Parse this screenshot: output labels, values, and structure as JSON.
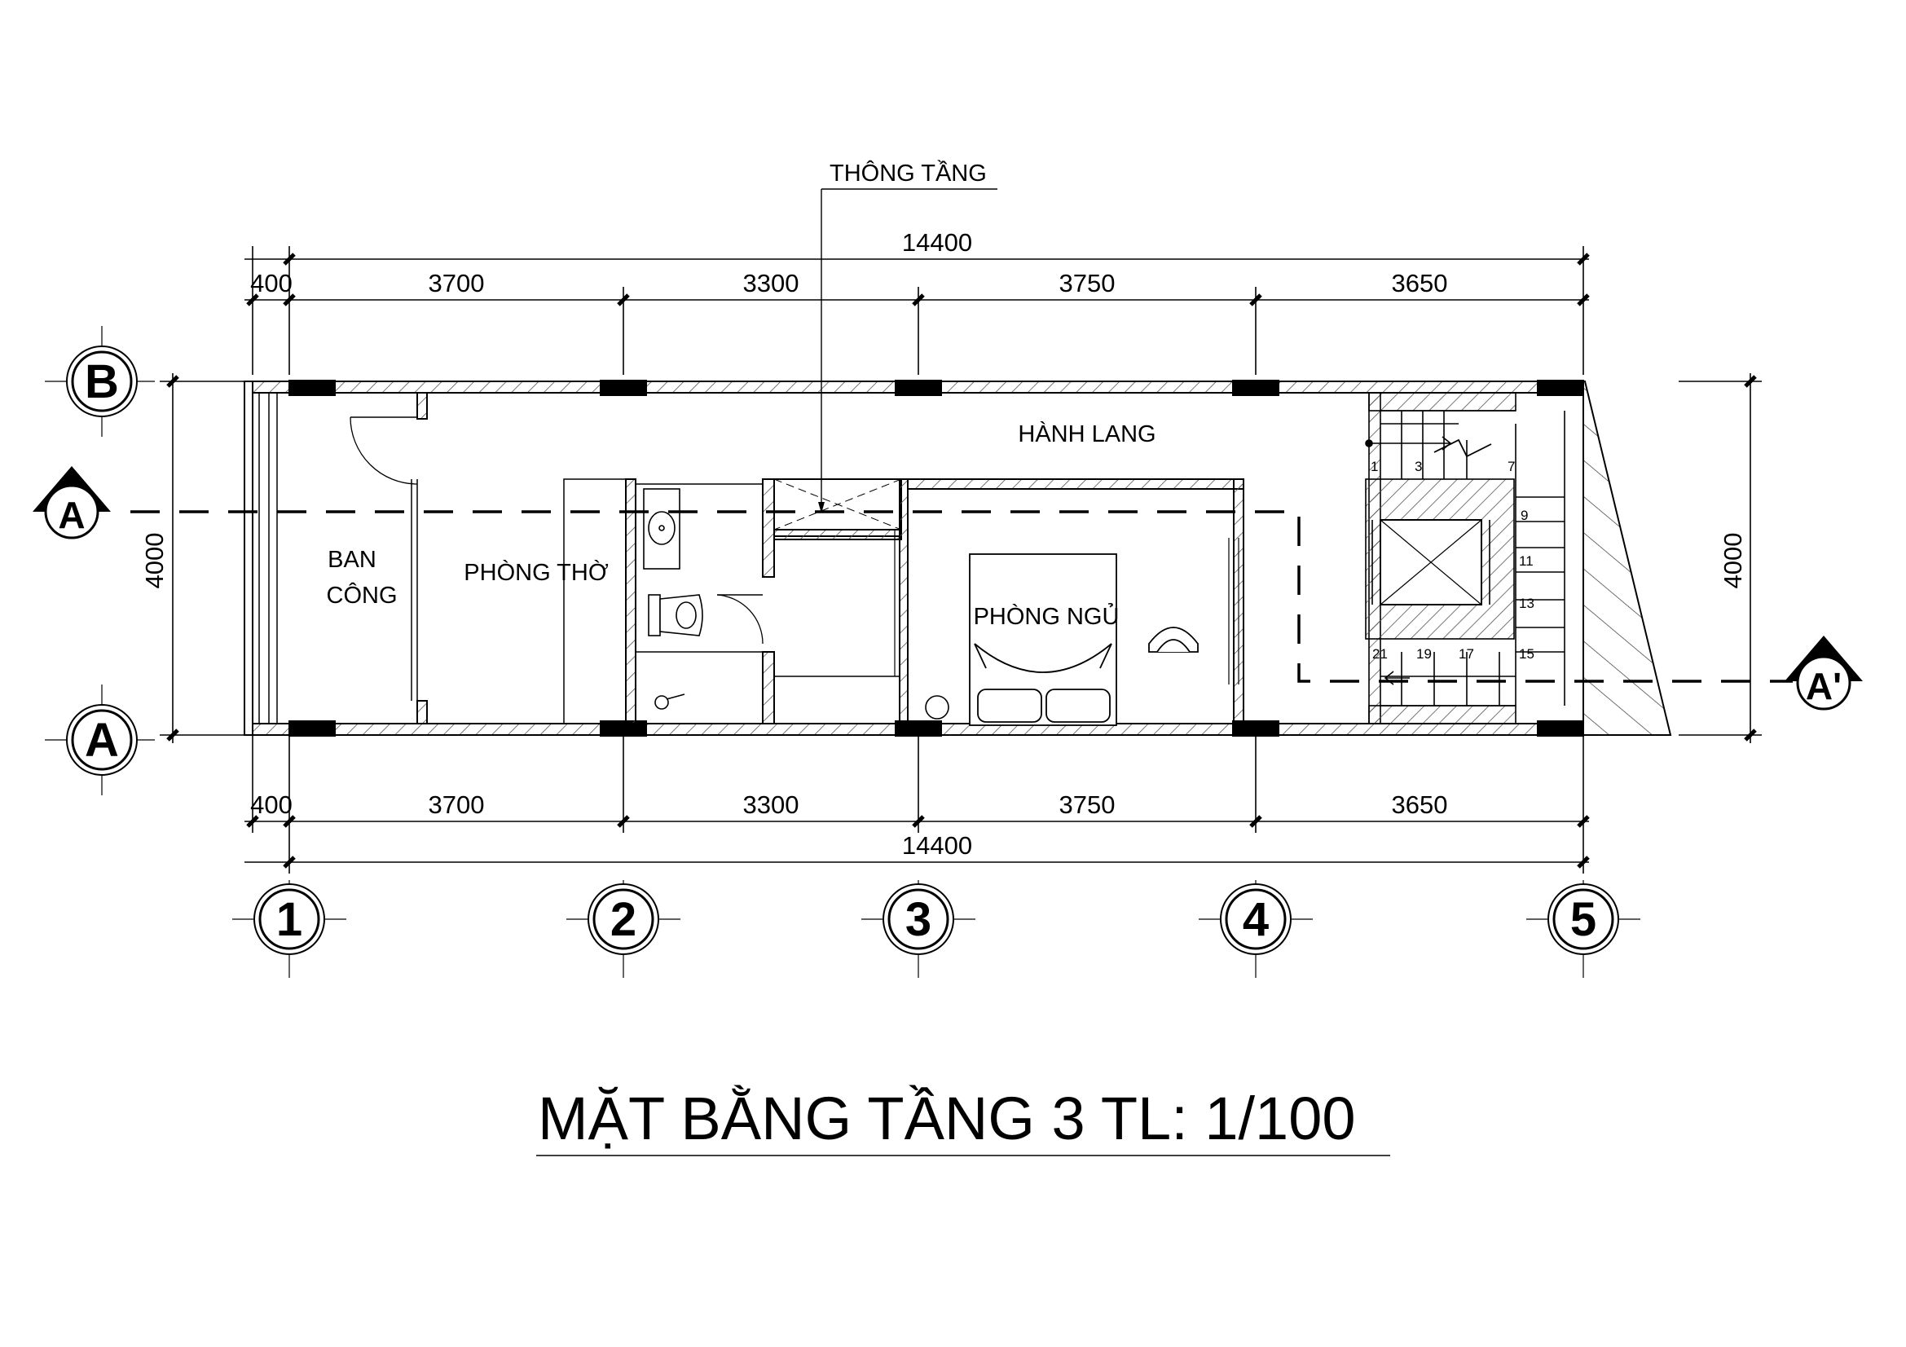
{
  "title": "MẶT BẰNG TẦNG 3 TL: 1/100",
  "note_label": "THÔNG TẦNG",
  "rooms": {
    "hallway": "HÀNH LANG",
    "balcony_line1": "BAN",
    "balcony_line2": "CÔNG",
    "altar_room": "PHÒNG THỜ",
    "bedroom": "PHÒNG NGỦ"
  },
  "dimensions": {
    "top_total": "14400",
    "top_segments": [
      "400",
      "3700",
      "3300",
      "3750",
      "3650"
    ],
    "bottom_total": "14400",
    "bottom_segments": [
      "400",
      "3700",
      "3300",
      "3750",
      "3650"
    ],
    "left_vertical": "4000",
    "right_vertical": "4000"
  },
  "grid_axes": {
    "columns": [
      "1",
      "2",
      "3",
      "4",
      "5"
    ],
    "rows": [
      "B",
      "A"
    ]
  },
  "section_markers": {
    "left": "A",
    "right": "A'"
  },
  "stair_steps": [
    "1",
    "3",
    "7",
    "9",
    "11",
    "13",
    "21",
    "19",
    "17",
    "15"
  ]
}
